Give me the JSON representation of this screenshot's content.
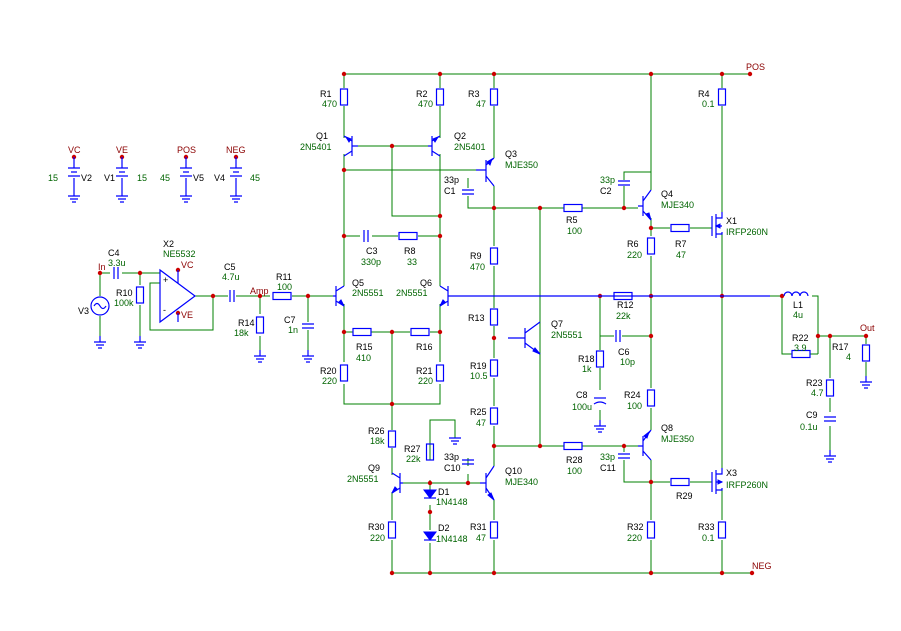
{
  "nets": {
    "pos": "POS",
    "neg": "NEG",
    "vc": "VC",
    "ve": "VE",
    "in": "In",
    "amp": "Amp",
    "out": "Out"
  },
  "supplies": [
    {
      "net": "VC",
      "name": "V2",
      "value": "15"
    },
    {
      "net": "VE",
      "name": "V1",
      "value": "15"
    },
    {
      "net": "POS",
      "name": "V5",
      "value": "45"
    },
    {
      "net": "NEG",
      "name": "V4",
      "value": "45"
    }
  ],
  "source": {
    "name": "V3"
  },
  "opamp": {
    "name": "X2",
    "model": "NE5532",
    "plus": "+",
    "minus": "-"
  },
  "components": {
    "R1": {
      "name": "R1",
      "value": "470"
    },
    "R2": {
      "name": "R2",
      "value": "470"
    },
    "R3": {
      "name": "R3",
      "value": "47"
    },
    "R4": {
      "name": "R4",
      "value": "0.1"
    },
    "R5": {
      "name": "R5",
      "value": "100"
    },
    "R6": {
      "name": "R6",
      "value": "220"
    },
    "R7": {
      "name": "R7",
      "value": "47"
    },
    "R8": {
      "name": "R8",
      "value": "33"
    },
    "R9": {
      "name": "R9",
      "value": "470"
    },
    "R10": {
      "name": "R10",
      "value": "100k"
    },
    "R11": {
      "name": "R11",
      "value": "100"
    },
    "R12": {
      "name": "R12",
      "value": "22k"
    },
    "R13": {
      "name": "R13",
      "value": ""
    },
    "R14": {
      "name": "R14",
      "value": "18k"
    },
    "R15": {
      "name": "R15",
      "value": "410"
    },
    "R16": {
      "name": "R16",
      "value": ""
    },
    "R17": {
      "name": "R17",
      "value": "4"
    },
    "R18": {
      "name": "R18",
      "value": "1k"
    },
    "R19": {
      "name": "R19",
      "value": "10.5"
    },
    "R20": {
      "name": "R20",
      "value": "220"
    },
    "R21": {
      "name": "R21",
      "value": "220"
    },
    "R22": {
      "name": "R22",
      "value": "3.9"
    },
    "R23": {
      "name": "R23",
      "value": "4.7"
    },
    "R24": {
      "name": "R24",
      "value": "100"
    },
    "R25": {
      "name": "R25",
      "value": "47"
    },
    "R26": {
      "name": "R26",
      "value": "18k"
    },
    "R27": {
      "name": "R27",
      "value": "22k"
    },
    "R28": {
      "name": "R28",
      "value": "100"
    },
    "R29": {
      "name": "R29",
      "value": ""
    },
    "R30": {
      "name": "R30",
      "value": "220"
    },
    "R31": {
      "name": "R31",
      "value": "47"
    },
    "R32": {
      "name": "R32",
      "value": "220"
    },
    "R33": {
      "name": "R33",
      "value": "0.1"
    },
    "C1": {
      "name": "C1",
      "value": "33p"
    },
    "C2": {
      "name": "C2",
      "value": "33p"
    },
    "C3": {
      "name": "C3",
      "value": "330p"
    },
    "C4": {
      "name": "C4",
      "value": "3.3u"
    },
    "C5": {
      "name": "C5",
      "value": "4.7u"
    },
    "C6": {
      "name": "C6",
      "value": "10p"
    },
    "C7": {
      "name": "C7",
      "value": "1n"
    },
    "C8": {
      "name": "C8",
      "value": "100u"
    },
    "C9": {
      "name": "C9",
      "value": "0.1u"
    },
    "C10": {
      "name": "C10",
      "value": "33p"
    },
    "C11": {
      "name": "C11",
      "value": "33p"
    },
    "L1": {
      "name": "L1",
      "value": "4u"
    },
    "D1": {
      "name": "D1",
      "value": "1N4148"
    },
    "D2": {
      "name": "D2",
      "value": "1N4148"
    },
    "Q1": {
      "name": "Q1",
      "value": "2N5401"
    },
    "Q2": {
      "name": "Q2",
      "value": "2N5401"
    },
    "Q3": {
      "name": "Q3",
      "value": "MJE350"
    },
    "Q4": {
      "name": "Q4",
      "value": "MJE340"
    },
    "Q5": {
      "name": "Q5",
      "value": "2N5551"
    },
    "Q6": {
      "name": "Q6",
      "value": "2N5551"
    },
    "Q7": {
      "name": "Q7",
      "value": "2N5551"
    },
    "Q8": {
      "name": "Q8",
      "value": "MJE350"
    },
    "Q9": {
      "name": "Q9",
      "value": "2N5551"
    },
    "Q10": {
      "name": "Q10",
      "value": "MJE340"
    },
    "X1": {
      "name": "X1",
      "value": "IRFP260N"
    },
    "X3": {
      "name": "X3",
      "value": "IRFP260N"
    }
  },
  "colors": {
    "wire": "#008000",
    "symbol": "#0000ff",
    "node": "#cc0000",
    "net_label": "#8b0000",
    "value": "#006400"
  }
}
